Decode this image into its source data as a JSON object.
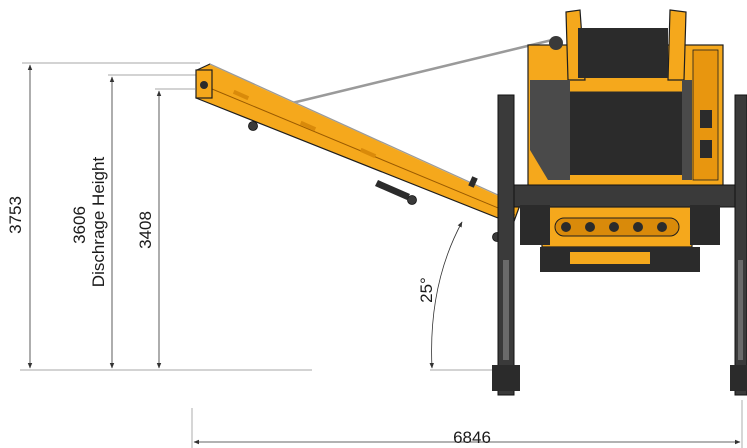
{
  "dimensions": {
    "height_total": "3753",
    "discharge_height_value": "3606",
    "discharge_height_label": "Dischrage Height",
    "height_lower": "3408",
    "angle": "25°",
    "overall_length": "6846"
  },
  "colors": {
    "machine_orange": "#F5A81C",
    "machine_orange_dark": "#D98A0A",
    "frame_dark": "#2b2b2b",
    "frame_mid": "#4a4a4a",
    "dimension_line": "#333333"
  }
}
